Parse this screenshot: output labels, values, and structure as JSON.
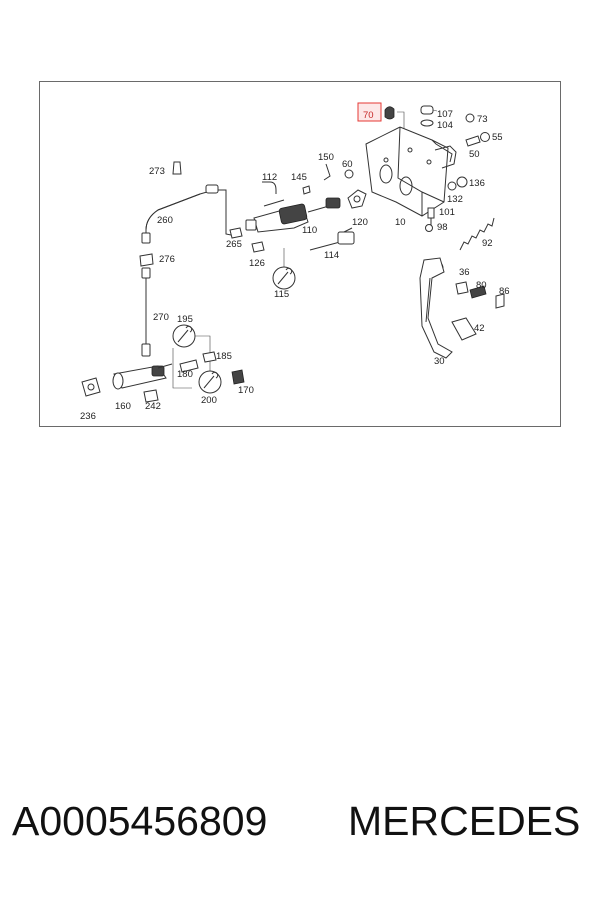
{
  "diagram": {
    "highlight_color": "#e53935",
    "labels": {
      "l70": "70",
      "l107": "107",
      "l73": "73",
      "l104": "104",
      "l55": "55",
      "l50": "50",
      "l273": "273",
      "l112": "112",
      "l150": "150",
      "l60": "60",
      "l145": "145",
      "l136": "136",
      "l132": "132",
      "l101": "101",
      "l260": "260",
      "l120": "120",
      "l10": "10",
      "l98": "98",
      "l110": "110",
      "l92": "92",
      "l265": "265",
      "l114": "114",
      "l276": "276",
      "l126": "126",
      "l36": "36",
      "l80": "80",
      "l86": "86",
      "l115": "115",
      "l270": "270",
      "l195": "195",
      "l42": "42",
      "l185": "185",
      "l30": "30",
      "l180": "180",
      "l170": "170",
      "l160": "160",
      "l242": "242",
      "l200": "200",
      "l236": "236"
    }
  },
  "caption": {
    "part_number": "A0005456809",
    "brand": "MERCEDES"
  }
}
